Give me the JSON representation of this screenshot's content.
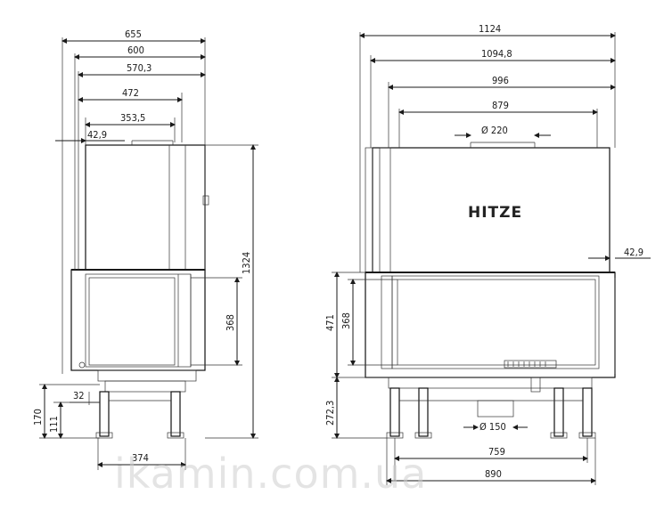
{
  "watermark": "ikamin.com.ua",
  "logo": "HITZE",
  "side_view": {
    "dims": {
      "w655": "655",
      "w600": "600",
      "w570": "570,3",
      "w472": "472",
      "w353": "353,5",
      "w42": "42,9",
      "h1324": "1324",
      "h368": "368",
      "w32": "32",
      "h170": "170",
      "h111": "111",
      "w374": "374"
    }
  },
  "front_view": {
    "dims": {
      "w1124": "1124",
      "w1094": "1094,8",
      "w996": "996",
      "w879": "879",
      "d220": "Ø 220",
      "w42": "42,9",
      "h471": "471",
      "h368": "368",
      "h272": "272,3",
      "d150": "Ø 150",
      "w759": "759",
      "w890": "890"
    }
  }
}
